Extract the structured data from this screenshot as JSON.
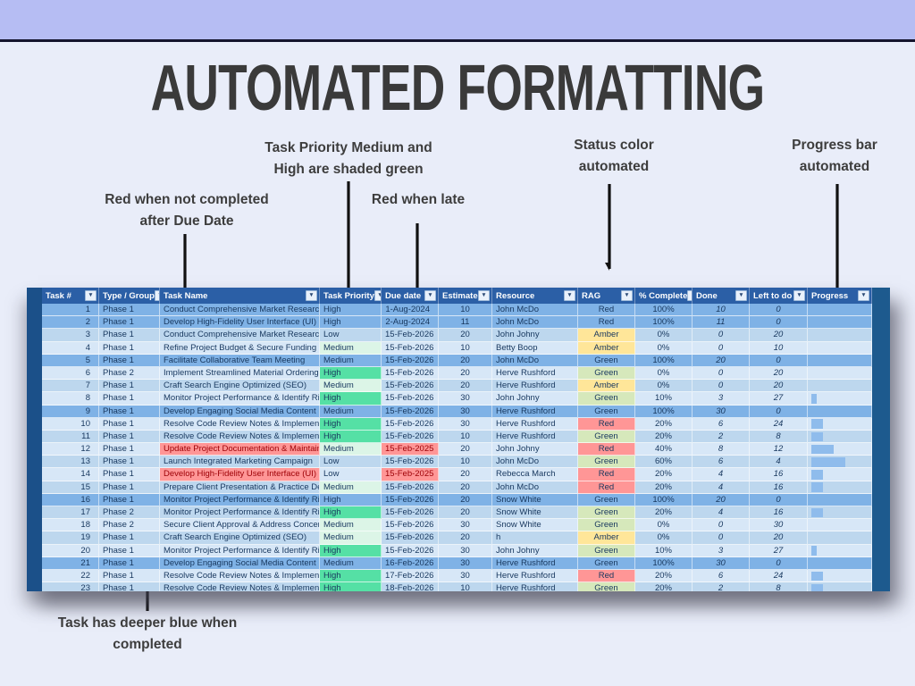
{
  "page": {
    "title": "AUTOMATED FORMATTING"
  },
  "annotations": [
    {
      "lines": [
        "Task Priority Medium and",
        "High are shaded green"
      ]
    },
    {
      "lines": [
        "Red when not completed",
        "after Due Date"
      ]
    },
    {
      "lines": [
        "Red when late"
      ]
    },
    {
      "lines": [
        "Status color",
        "automated"
      ]
    },
    {
      "lines": [
        "Progress bar",
        "automated"
      ]
    },
    {
      "lines": [
        "Task has deeper blue when",
        "completed"
      ]
    }
  ],
  "table": {
    "headers": [
      "Task #",
      "Type / Group",
      "Task Name",
      "Task Priority",
      "Due date",
      "Estimate",
      "Resource",
      "RAG",
      "% Complete",
      "Done",
      "Left to do",
      "Progress"
    ],
    "rows": [
      {
        "task": "1",
        "type": "Phase 1",
        "name": "Conduct Comprehensive Market Research",
        "priority": "High",
        "priority_fill": "none",
        "due": "1-Aug-2024",
        "due_red": false,
        "estimate": "10",
        "resource": "John McDo",
        "rag": "Red",
        "rag_fill": "none",
        "pct": "100%",
        "done": "10",
        "left": "0",
        "completed": true,
        "name_red": false
      },
      {
        "task": "2",
        "type": "Phase 1",
        "name": "Develop High-Fidelity User Interface (UI)",
        "priority": "High",
        "priority_fill": "none",
        "due": "2-Aug-2024",
        "due_red": false,
        "estimate": "11",
        "resource": "John McDo",
        "rag": "Red",
        "rag_fill": "none",
        "pct": "100%",
        "done": "11",
        "left": "0",
        "completed": true,
        "name_red": false
      },
      {
        "task": "3",
        "type": "Phase 1",
        "name": "Conduct Comprehensive Market Research",
        "priority": "Low",
        "priority_fill": "none",
        "due": "15-Feb-2026",
        "due_red": false,
        "estimate": "20",
        "resource": "John Johny",
        "rag": "Amber",
        "rag_fill": "amber",
        "pct": "0%",
        "done": "0",
        "left": "20",
        "completed": false,
        "name_red": false
      },
      {
        "task": "4",
        "type": "Phase 1",
        "name": "Refine Project Budget & Secure Funding",
        "priority": "Medium",
        "priority_fill": "medium",
        "due": "15-Feb-2026",
        "due_red": false,
        "estimate": "10",
        "resource": "Betty Boop",
        "rag": "Amber",
        "rag_fill": "amber",
        "pct": "0%",
        "done": "0",
        "left": "10",
        "completed": false,
        "name_red": false
      },
      {
        "task": "5",
        "type": "Phase 1",
        "name": "Facilitate Collaborative Team Meeting",
        "priority": "Medium",
        "priority_fill": "none",
        "due": "15-Feb-2026",
        "due_red": false,
        "estimate": "20",
        "resource": "John McDo",
        "rag": "Green",
        "rag_fill": "none",
        "pct": "100%",
        "done": "20",
        "left": "0",
        "completed": true,
        "name_red": false
      },
      {
        "task": "6",
        "type": "Phase 2",
        "name": "Implement Streamlined Material Ordering",
        "priority": "High",
        "priority_fill": "high",
        "due": "15-Feb-2026",
        "due_red": false,
        "estimate": "20",
        "resource": "Herve Rushford",
        "rag": "Green",
        "rag_fill": "green",
        "pct": "0%",
        "done": "0",
        "left": "20",
        "completed": false,
        "name_red": false
      },
      {
        "task": "7",
        "type": "Phase 1",
        "name": "Craft Search Engine Optimized (SEO)",
        "priority": "Medium",
        "priority_fill": "medium",
        "due": "15-Feb-2026",
        "due_red": false,
        "estimate": "20",
        "resource": "Herve Rushford",
        "rag": "Amber",
        "rag_fill": "amber",
        "pct": "0%",
        "done": "0",
        "left": "20",
        "completed": false,
        "name_red": false
      },
      {
        "task": "8",
        "type": "Phase 1",
        "name": "Monitor Project Performance & Identify Risk",
        "priority": "High",
        "priority_fill": "high",
        "due": "15-Feb-2026",
        "due_red": false,
        "estimate": "30",
        "resource": "John Johny",
        "rag": "Green",
        "rag_fill": "green",
        "pct": "10%",
        "done": "3",
        "left": "27",
        "completed": false,
        "name_red": false
      },
      {
        "task": "9",
        "type": "Phase 1",
        "name": "Develop Engaging Social Media Content",
        "priority": "Medium",
        "priority_fill": "none",
        "due": "15-Feb-2026",
        "due_red": false,
        "estimate": "30",
        "resource": "Herve Rushford",
        "rag": "Green",
        "rag_fill": "none",
        "pct": "100%",
        "done": "30",
        "left": "0",
        "completed": true,
        "name_red": false
      },
      {
        "task": "10",
        "type": "Phase 1",
        "name": "Resolve Code Review Notes & Implement Fi",
        "priority": "High",
        "priority_fill": "high",
        "due": "15-Feb-2026",
        "due_red": false,
        "estimate": "30",
        "resource": "Herve Rushford",
        "rag": "Red",
        "rag_fill": "red",
        "pct": "20%",
        "done": "6",
        "left": "24",
        "completed": false,
        "name_red": false
      },
      {
        "task": "11",
        "type": "Phase 1",
        "name": "Resolve Code Review Notes & Implement Fi",
        "priority": "High",
        "priority_fill": "high",
        "due": "15-Feb-2026",
        "due_red": false,
        "estimate": "10",
        "resource": "Herve Rushford",
        "rag": "Green",
        "rag_fill": "green",
        "pct": "20%",
        "done": "2",
        "left": "8",
        "completed": false,
        "name_red": false
      },
      {
        "task": "12",
        "type": "Phase 1",
        "name": "Update Project Documentation & Maintain",
        "priority": "Medium",
        "priority_fill": "medium",
        "due": "15-Feb-2025",
        "due_red": true,
        "estimate": "20",
        "resource": "John Johny",
        "rag": "Red",
        "rag_fill": "red",
        "pct": "40%",
        "done": "8",
        "left": "12",
        "completed": false,
        "name_red": true
      },
      {
        "task": "13",
        "type": "Phase 1",
        "name": "Launch Integrated Marketing Campaign",
        "priority": "Low",
        "priority_fill": "none",
        "due": "15-Feb-2026",
        "due_red": false,
        "estimate": "10",
        "resource": "John McDo",
        "rag": "Green",
        "rag_fill": "green",
        "pct": "60%",
        "done": "6",
        "left": "4",
        "completed": false,
        "name_red": false
      },
      {
        "task": "14",
        "type": "Phase 1",
        "name": "Develop High-Fidelity User Interface (UI)",
        "priority": "Low",
        "priority_fill": "none",
        "due": "15-Feb-2025",
        "due_red": true,
        "estimate": "20",
        "resource": "Rebecca March",
        "rag": "Red",
        "rag_fill": "red",
        "pct": "20%",
        "done": "4",
        "left": "16",
        "completed": false,
        "name_red": true
      },
      {
        "task": "15",
        "type": "Phase 1",
        "name": "Prepare Client Presentation & Practice Deli",
        "priority": "Medium",
        "priority_fill": "medium",
        "due": "15-Feb-2026",
        "due_red": false,
        "estimate": "20",
        "resource": "John McDo",
        "rag": "Red",
        "rag_fill": "red",
        "pct": "20%",
        "done": "4",
        "left": "16",
        "completed": false,
        "name_red": false
      },
      {
        "task": "16",
        "type": "Phase 1",
        "name": "Monitor Project Performance & Identify Risk",
        "priority": "High",
        "priority_fill": "none",
        "due": "15-Feb-2026",
        "due_red": false,
        "estimate": "20",
        "resource": "Snow White",
        "rag": "Green",
        "rag_fill": "none",
        "pct": "100%",
        "done": "20",
        "left": "0",
        "completed": true,
        "name_red": false
      },
      {
        "task": "17",
        "type": "Phase 2",
        "name": "Monitor Project Performance & Identify Risk",
        "priority": "High",
        "priority_fill": "high",
        "due": "15-Feb-2026",
        "due_red": false,
        "estimate": "20",
        "resource": "Snow White",
        "rag": "Green",
        "rag_fill": "green",
        "pct": "20%",
        "done": "4",
        "left": "16",
        "completed": false,
        "name_red": false
      },
      {
        "task": "18",
        "type": "Phase 2",
        "name": "Secure Client Approval & Address Concerns",
        "priority": "Medium",
        "priority_fill": "medium",
        "due": "15-Feb-2026",
        "due_red": false,
        "estimate": "30",
        "resource": "Snow White",
        "rag": "Green",
        "rag_fill": "green",
        "pct": "0%",
        "done": "0",
        "left": "30",
        "completed": false,
        "name_red": false
      },
      {
        "task": "19",
        "type": "Phase 1",
        "name": "Craft Search Engine Optimized (SEO)",
        "priority": "Medium",
        "priority_fill": "medium",
        "due": "15-Feb-2026",
        "due_red": false,
        "estimate": "20",
        "resource": "h",
        "rag": "Amber",
        "rag_fill": "amber",
        "pct": "0%",
        "done": "0",
        "left": "20",
        "completed": false,
        "name_red": false
      },
      {
        "task": "20",
        "type": "Phase 1",
        "name": "Monitor Project Performance & Identify Risk",
        "priority": "High",
        "priority_fill": "high",
        "due": "15-Feb-2026",
        "due_red": false,
        "estimate": "30",
        "resource": "John Johny",
        "rag": "Green",
        "rag_fill": "green",
        "pct": "10%",
        "done": "3",
        "left": "27",
        "completed": false,
        "name_red": false
      },
      {
        "task": "21",
        "type": "Phase 1",
        "name": "Develop Engaging Social Media Content",
        "priority": "Medium",
        "priority_fill": "none",
        "due": "16-Feb-2026",
        "due_red": false,
        "estimate": "30",
        "resource": "Herve Rushford",
        "rag": "Green",
        "rag_fill": "none",
        "pct": "100%",
        "done": "30",
        "left": "0",
        "completed": true,
        "name_red": false
      },
      {
        "task": "22",
        "type": "Phase 1",
        "name": "Resolve Code Review Notes & Implement Fi",
        "priority": "High",
        "priority_fill": "high",
        "due": "17-Feb-2026",
        "due_red": false,
        "estimate": "30",
        "resource": "Herve Rushford",
        "rag": "Red",
        "rag_fill": "red",
        "pct": "20%",
        "done": "6",
        "left": "24",
        "completed": false,
        "name_red": false
      },
      {
        "task": "23",
        "type": "Phase 1",
        "name": "Resolve Code Review Notes & Implement Fi",
        "priority": "High",
        "priority_fill": "high",
        "due": "18-Feb-2026",
        "due_red": false,
        "estimate": "10",
        "resource": "Herve Rushford",
        "rag": "Green",
        "rag_fill": "green",
        "pct": "20%",
        "done": "2",
        "left": "8",
        "completed": false,
        "name_red": false
      }
    ]
  },
  "icons": {
    "filter": "▼"
  },
  "colors": {
    "bg": "#e9edf9",
    "banner": "#b6bdf3",
    "banner_line": "#15152e",
    "title_color": "#3a3a3a",
    "note_color": "#3d3d3d",
    "header_blue": "#2b5fa6",
    "strip_left": "#1b5089",
    "strip_right": "#1d5a8e",
    "completed_row": "#7fb2e6",
    "odd_row": "#bdd7ee",
    "even_row": "#d7e7f7",
    "priority_high": "#55e0a5",
    "priority_medium": "#dcf5e7",
    "rag_red": "#ff9696",
    "rag_amber": "#ffe699",
    "rag_green": "#d6e8bb",
    "red_text": "#9c0006",
    "bar": "#8fbcec",
    "arrow": "#111111"
  }
}
